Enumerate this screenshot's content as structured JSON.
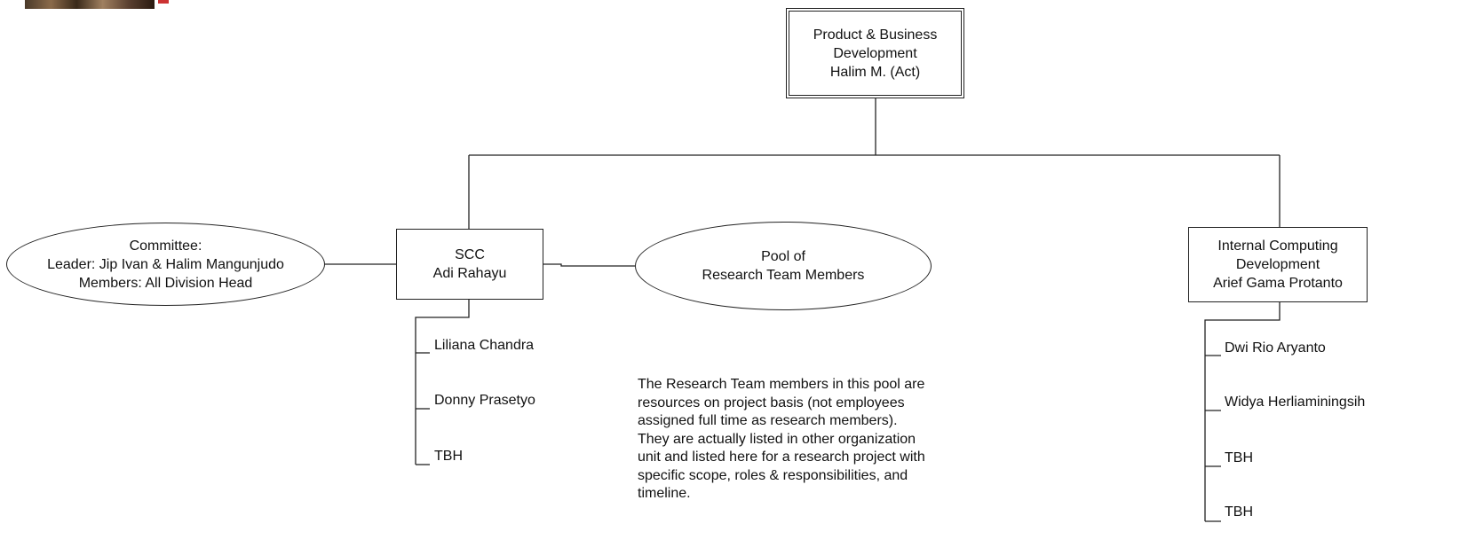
{
  "top_box": {
    "lines": [
      "Product & Business",
      "Development",
      "Halim M. (Act)"
    ]
  },
  "committee": {
    "lines": [
      "Committee:",
      "Leader: Jip Ivan & Halim Mangunjudo",
      "Members: All Division Head"
    ]
  },
  "scc": {
    "lines": [
      "SCC",
      "Adi Rahayu"
    ],
    "members": [
      "Liliana Chandra",
      "Donny Prasetyo",
      "TBH"
    ]
  },
  "pool": {
    "lines": [
      "Pool of",
      "Research Team Members"
    ]
  },
  "icd": {
    "lines": [
      "Internal Computing",
      "Development",
      "Arief Gama Protanto"
    ],
    "members": [
      "Dwi Rio Aryanto",
      "Widya Herliaminingsih",
      "TBH",
      "TBH"
    ]
  },
  "note": {
    "paragraph_1": "The Research Team members in this pool are resources on project basis (not employees assigned full time as research members).",
    "paragraph_2": "They are actually listed in other organization unit and listed here for a research project with specific scope, roles & responsibilities, and timeline."
  }
}
